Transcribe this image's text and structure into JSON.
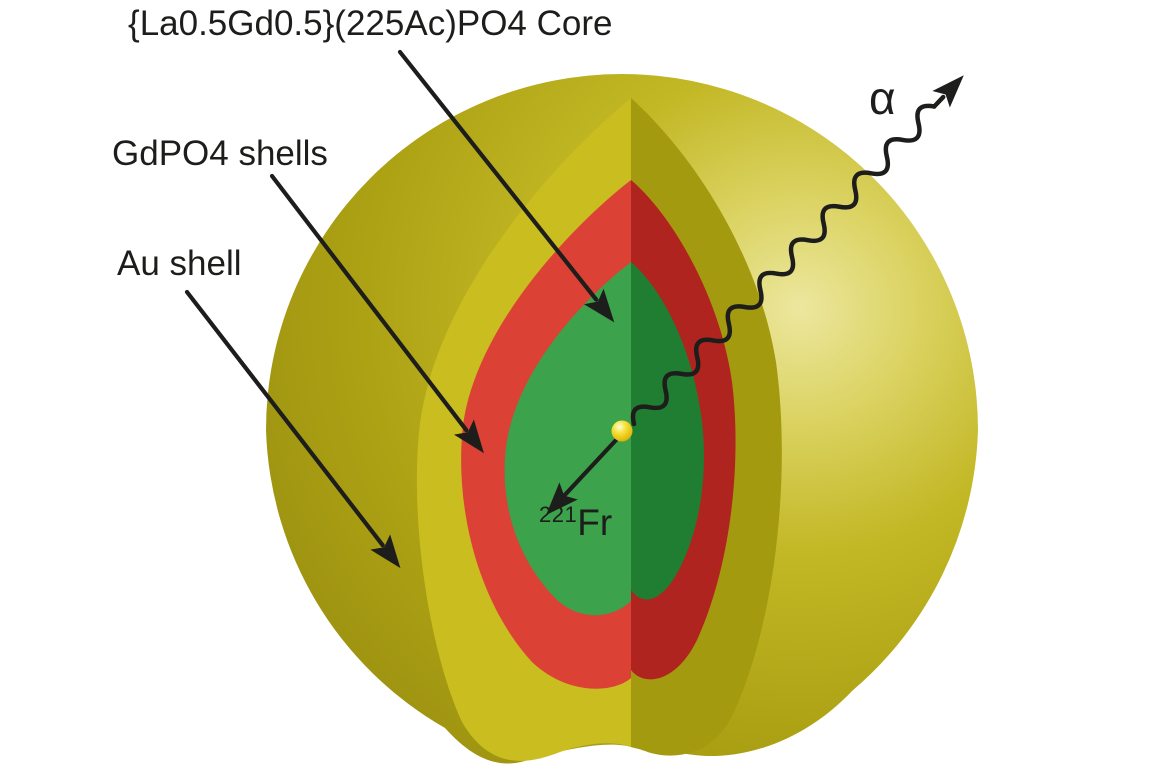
{
  "figure": {
    "labels": {
      "core": "{La0.5Gd0.5}(225Ac)PO4 Core",
      "gdpo4_shells": "GdPO4 shells",
      "au_shell": "Au shell",
      "alpha_particle": "α",
      "recoil_isotope_mass": "221",
      "recoil_isotope_symbol": "Fr"
    },
    "colors": {
      "background": "#ffffff",
      "text": "#1d1d1b",
      "arrow": "#1d1d1b",
      "au_surface_highlight": "#ece79f",
      "au_surface_light": "#dcd465",
      "au_surface_mid": "#c2b724",
      "au_surface_base": "#ada214",
      "au_surface_edge": "#9c9110",
      "au_cut_left": "#c9bd1f",
      "au_cut_right": "#a49a10",
      "gdpo4_cut_left": "#dc4136",
      "gdpo4_cut_right": "#b0241f",
      "core_cut_left": "#3ca24b",
      "core_cut_right": "#1f7e31",
      "ball_highlight": "#fffce0",
      "ball_light": "#f6e23a",
      "ball_mid": "#e3bb0e",
      "ball_edge": "#b8940a"
    }
  }
}
